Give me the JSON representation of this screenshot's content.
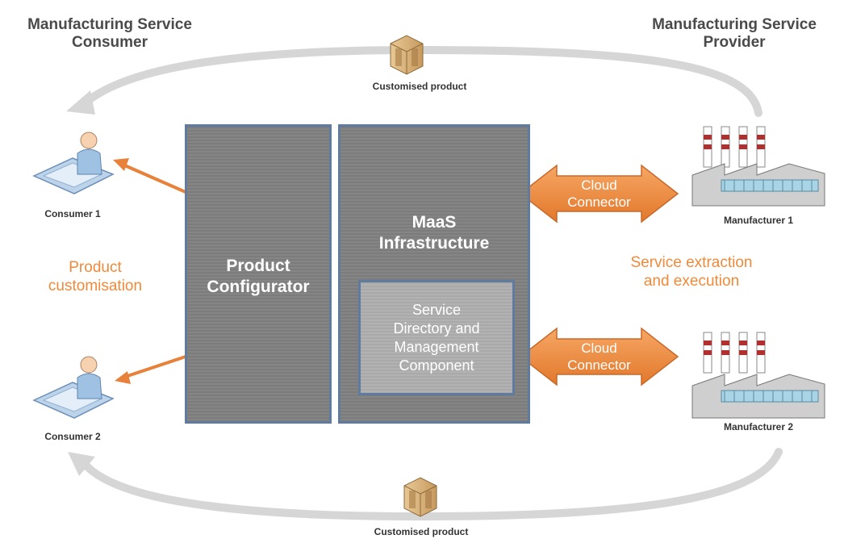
{
  "headings": {
    "consumer": "Manufacturing Service\nConsumer",
    "provider": "Manufacturing Service\nProvider"
  },
  "flow": {
    "top_label": "Customised product",
    "bottom_label": "Customised product"
  },
  "consumers": [
    {
      "label": "Consumer 1"
    },
    {
      "label": "Consumer 2"
    }
  ],
  "manufacturers": [
    {
      "label": "Manufacturer 1"
    },
    {
      "label": "Manufacturer 2"
    }
  ],
  "annotations": {
    "left": "Product\ncustomisation",
    "right": "Service extraction\nand execution"
  },
  "panels": {
    "configurator": "Product\nConfigurator",
    "infrastructure": "MaaS\nInfrastructure",
    "directory": "Service\nDirectory and\nManagement\nComponent"
  },
  "connectors": [
    {
      "label": "Cloud\nConnector"
    },
    {
      "label": "Cloud\nConnector"
    }
  ],
  "colors": {
    "orange": "#f08a3a",
    "panel_gray": "#808080",
    "panel_border": "#5f7ca0",
    "flow_arc": "#d9d9d9"
  }
}
